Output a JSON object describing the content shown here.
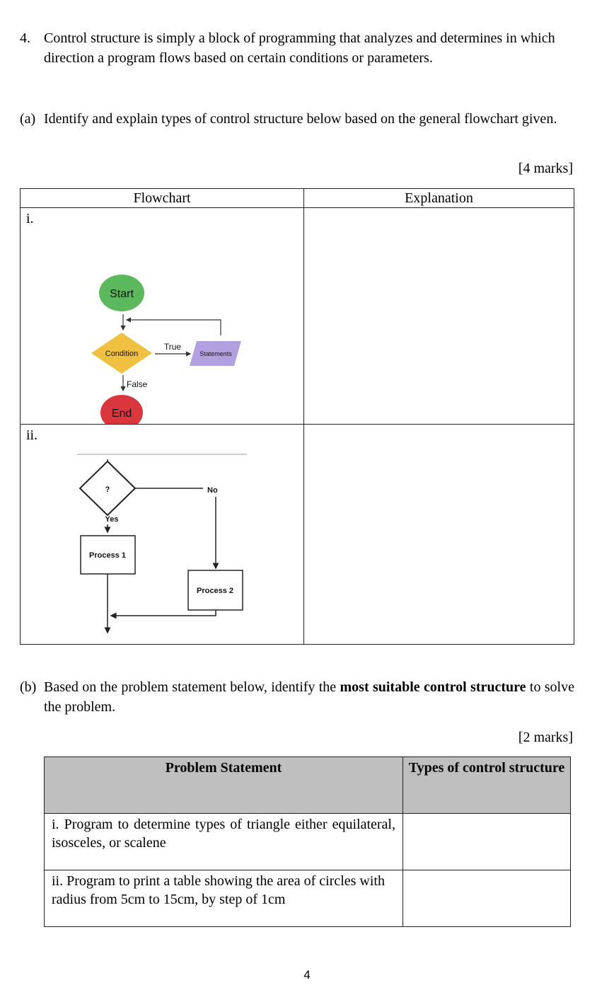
{
  "question": {
    "number": "4.",
    "intro": "Control structure is simply a block of programming that analyzes and determines in which direction a program flows based on certain conditions or parameters."
  },
  "part_a": {
    "label": "(a)",
    "text": "Identify and explain types of control structure below based on the general flowchart given.",
    "marks": "[4 marks]",
    "table": {
      "headers": [
        "Flowchart",
        "Explanation"
      ],
      "rows": [
        {
          "label": "i.",
          "flowchart": {
            "start": "Start",
            "condition": "Condition",
            "true_label": "True",
            "statements": "Statements",
            "false_label": "False",
            "end": "End",
            "colors": {
              "start": "#5cb85c",
              "condition": "#f0c040",
              "statements": "#b3a0e0",
              "end": "#d9363e"
            }
          },
          "explanation": ""
        },
        {
          "label": "ii.",
          "flowchart": {
            "decision": "?",
            "no_label": "No",
            "yes_label": "Yes",
            "process1": "Process 1",
            "process2": "Process 2"
          },
          "explanation": ""
        }
      ]
    }
  },
  "part_b": {
    "label": "(b)",
    "text_before": "Based on the problem statement below,  identify the ",
    "text_bold": "most suitable control structure",
    "text_after": " to solve the problem.",
    "marks": "[2 marks]",
    "table": {
      "headers": [
        "Problem Statement",
        "Types of control structure"
      ],
      "rows": [
        {
          "statement": "i. Program to determine types of triangle either equilateral, isosceles, or scalene",
          "answer": ""
        },
        {
          "statement": "ii. Program to print a table showing the area of circles with radius from 5cm to 15cm, by step of 1cm",
          "answer": ""
        }
      ]
    }
  },
  "page_number": "4"
}
